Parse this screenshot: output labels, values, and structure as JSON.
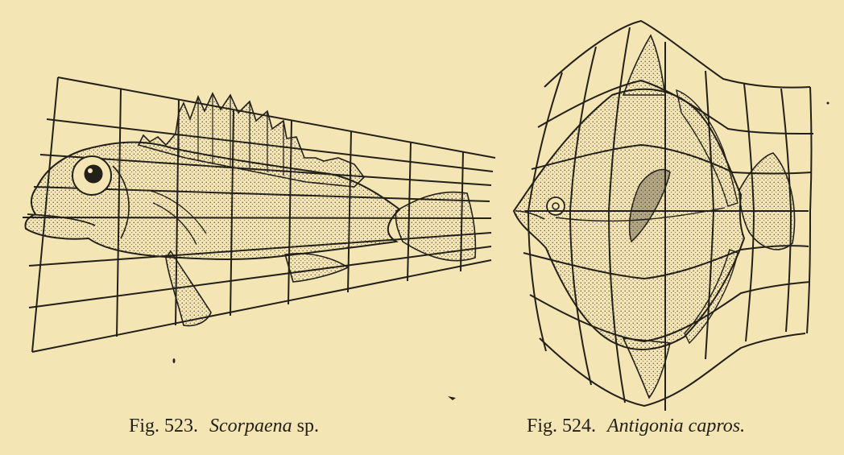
{
  "figures": [
    {
      "number": "Fig. 523.",
      "species_italic": "Scorpaena",
      "species_suffix": " sp."
    },
    {
      "number": "Fig. 524.",
      "species_italic": "Antigonia capros.",
      "species_suffix": ""
    }
  ],
  "colors": {
    "paper": "#f4e5b4",
    "ink": "#222018",
    "stipple": "#3a352a"
  }
}
